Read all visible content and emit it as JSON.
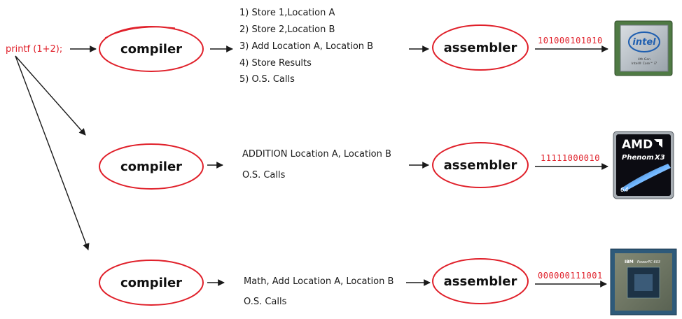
{
  "source_code": "printf (1+2);",
  "rows": [
    {
      "compiler_label": "compiler",
      "instructions": [
        "1) Store 1,Location A",
        "2) Store 2,Location B",
        "3) Add Location A, Location B",
        "4) Store Results",
        "5) O.S. Calls"
      ],
      "assembler_label": "assembler",
      "binary": "101000101010",
      "chip": {
        "brand": "intel",
        "sub1": "4th Gen",
        "sub2": "Intel® Core™ i7"
      }
    },
    {
      "compiler_label": "compiler",
      "instructions": [
        "ADDITION Location A, Location B",
        "O.S. Calls"
      ],
      "assembler_label": "assembler",
      "binary": "11111000010",
      "chip": {
        "brand": "AMD",
        "model": "Phenom",
        "model_suffix": "X3",
        "bits": "64"
      }
    },
    {
      "compiler_label": "compiler",
      "instructions": [
        "Math, Add Location A, Location B",
        "O.S. Calls"
      ],
      "assembler_label": "assembler",
      "binary": "000000111001",
      "chip": {
        "brand": "IBM",
        "model": "PowerPC 603"
      }
    }
  ],
  "colors": {
    "accent": "#e0202a",
    "ink": "#1a1a1a"
  }
}
